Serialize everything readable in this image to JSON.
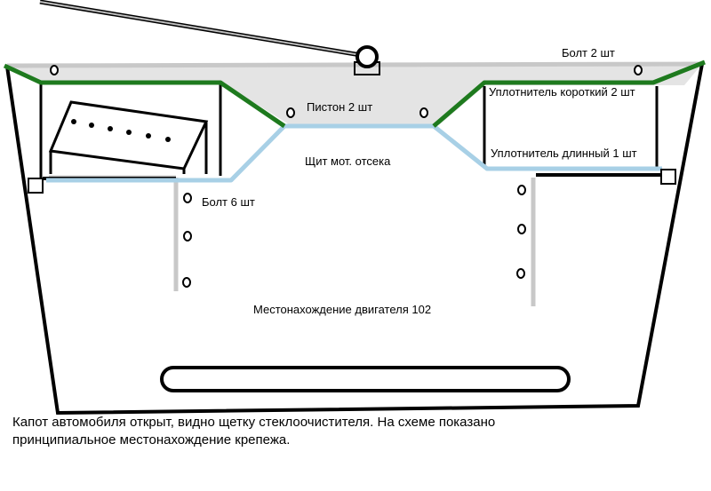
{
  "labels": {
    "bolt_top": "Болт 2 шт",
    "seal_short": "Уплотнитель короткий 2 шт",
    "piston": "Пистон 2 шт",
    "seal_long": "Уплотнитель длинный 1 шт",
    "shield": "Щит мот. отсека",
    "bolt_side": "Болт 6 шт",
    "engine_location": "Местонахождение двигателя 102"
  },
  "caption": {
    "line1": "Капот автомобиля открыт, видно щетку стеклоочистителя. На схеме показано",
    "line2": "принципиальное местонахождение крепежа."
  },
  "colors": {
    "outline": "#000000",
    "seal_short": "#1e7a1e",
    "seal_long": "#a8d0e6",
    "frame": "#c8c8c8"
  }
}
